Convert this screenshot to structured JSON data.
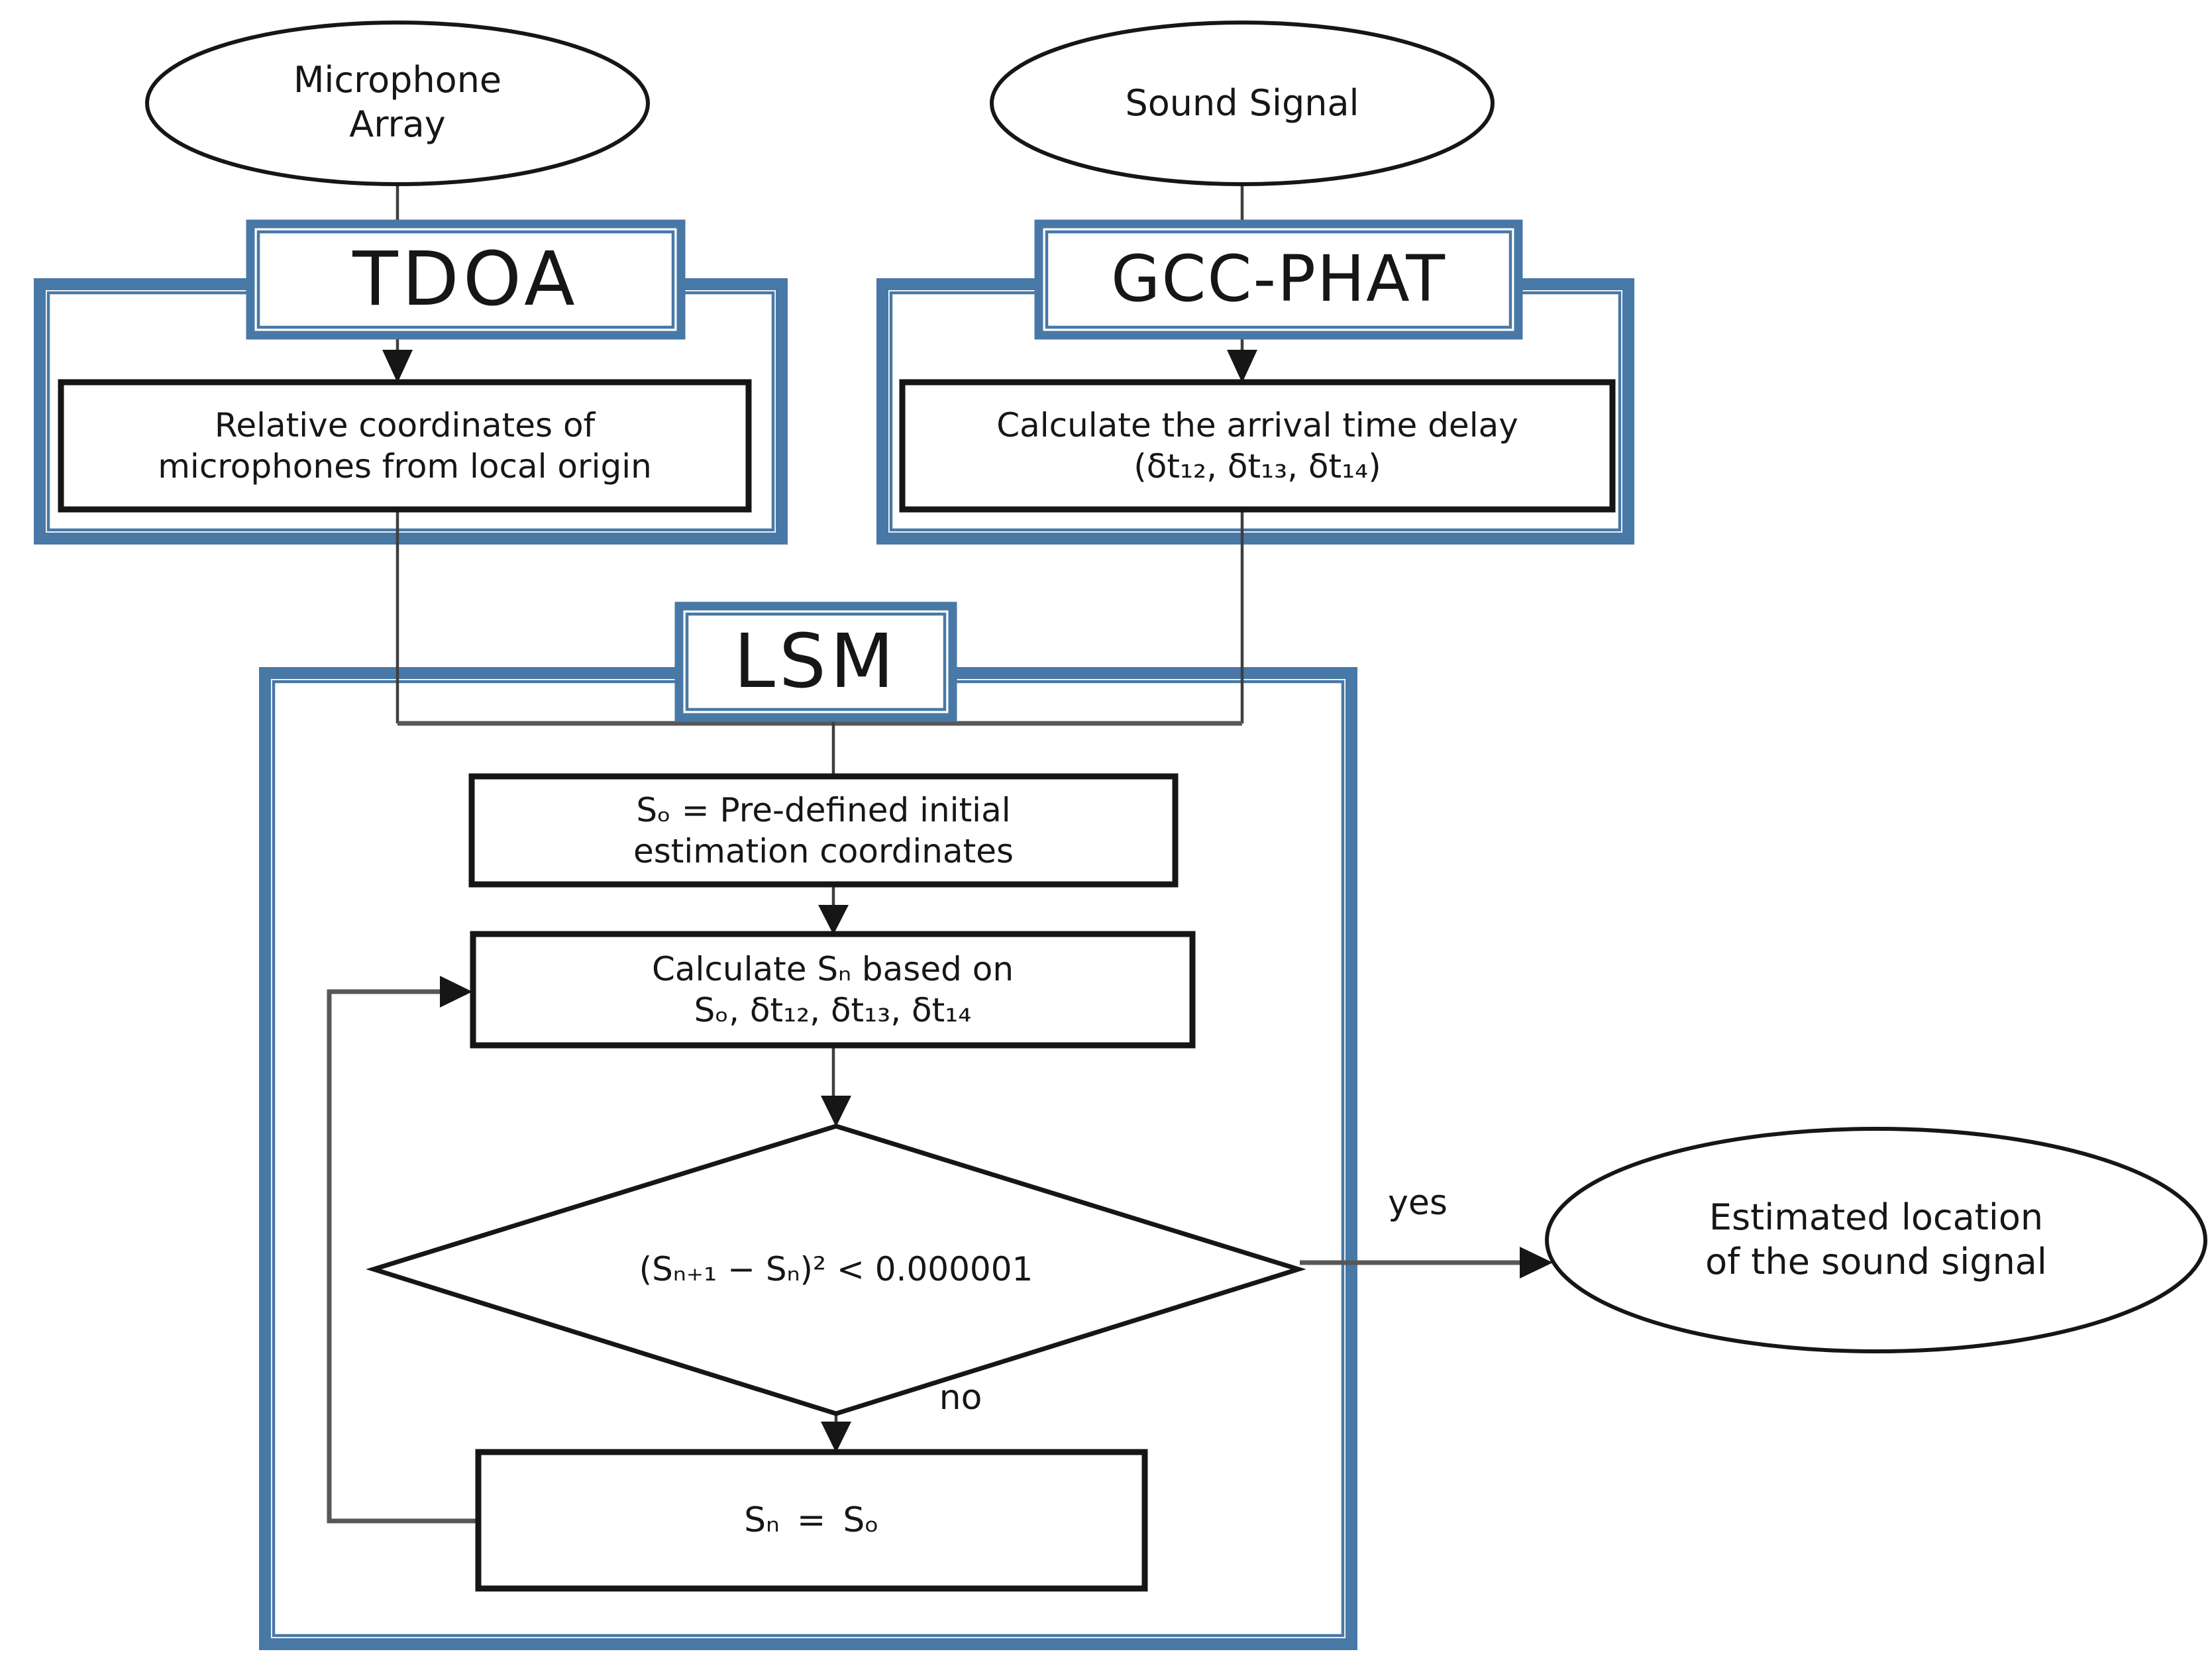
{
  "colors": {
    "frame_blue": "#4878a6",
    "shape_border": "#161616",
    "connector_gray": "#575757",
    "text": "#161616",
    "background": "#ffffff"
  },
  "nodes": {
    "mic_array": {
      "label": "Microphone\nArray"
    },
    "sound_signal": {
      "label": "Sound Signal"
    },
    "tdoa": {
      "label": "TDOA"
    },
    "gcc_phat": {
      "label": "GCC-PHAT"
    },
    "rel_coords": {
      "label": "Relative coordinates of\nmicrophones from local origin"
    },
    "arrival_delay": {
      "label": "Calculate the arrival time delay\n(δt₁₂, δt₁₃, δt₁₄)"
    },
    "lsm": {
      "label": "LSM"
    },
    "initial_estimate": {
      "label": "Sₒ = Pre-defined initial\nestimation coordinates"
    },
    "calc_sn": {
      "label": "Calculate Sₙ based on\nSₒ, δt₁₂, δt₁₃, δt₁₄"
    },
    "convergence": {
      "label": "(Sₙ₊₁ − Sₙ)² < 0.000001"
    },
    "assign": {
      "label": "Sₙ = Sₒ"
    },
    "result": {
      "label": "Estimated location\nof the sound signal"
    }
  },
  "edges": {
    "yes": "yes",
    "no": "no"
  }
}
